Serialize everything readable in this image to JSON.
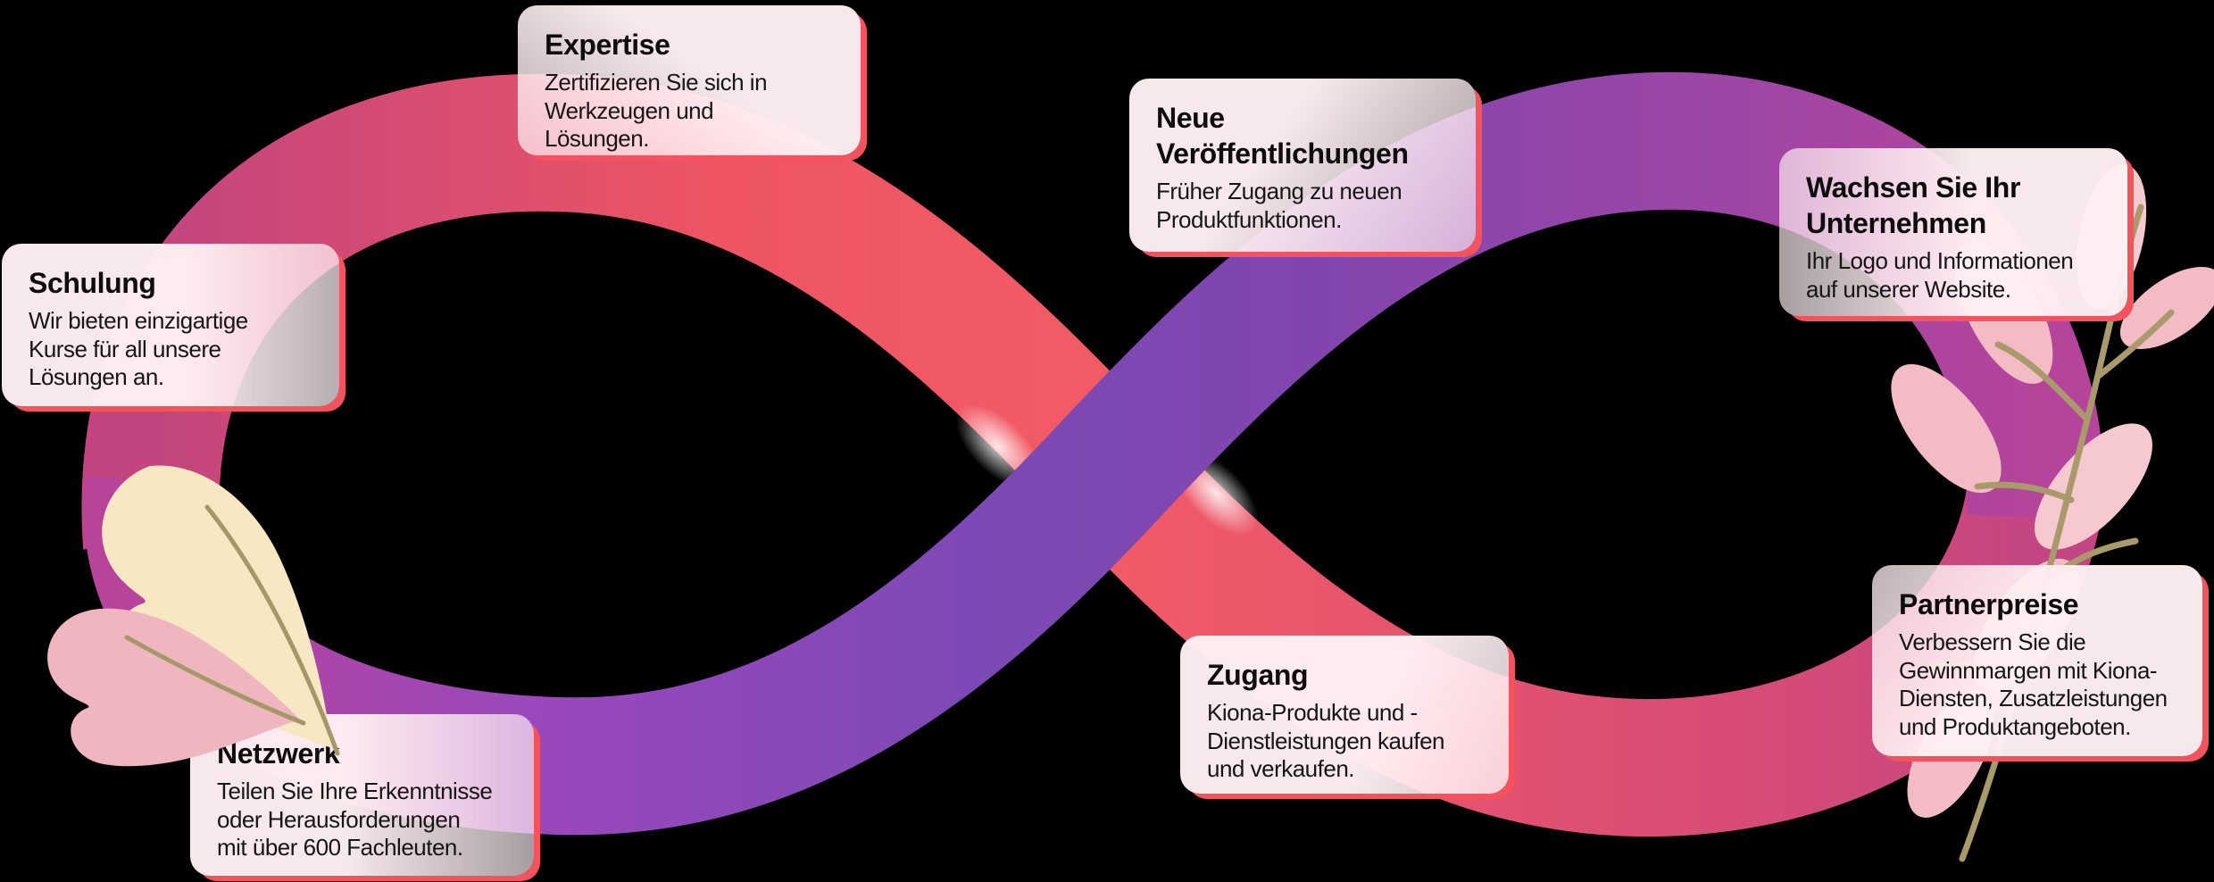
{
  "diagram": {
    "type": "infinity-loop-benefits",
    "language": "de",
    "background_color": "#000000",
    "cards": [
      {
        "id": "schulung",
        "title": "Schulung",
        "body": "Wir bieten einzigartige\nKurse für all unsere\nLösungen an."
      },
      {
        "id": "expertise",
        "title": "Expertise",
        "body": "Zertifizieren Sie sich in\nWerkzeugen und\nLösungen."
      },
      {
        "id": "netzwerk",
        "title": "Netzwerk",
        "body": "Teilen Sie Ihre Erkenntnisse\noder Herausforderungen\nmit über 600 Fachleuten."
      },
      {
        "id": "neue-veroeffentlichungen",
        "title": "Neue\nVeröffentlichungen",
        "body": "Früher Zugang zu neuen\nProduktfunktionen."
      },
      {
        "id": "zugang",
        "title": "Zugang",
        "body": "Kiona-Produkte und -\nDienstleistungen kaufen\nund verkaufen."
      },
      {
        "id": "wachsen-sie-ihr-unternehmen",
        "title": "Wachsen Sie Ihr\nUnternehmen",
        "body": "Ihr Logo und Informationen\nauf unserer Website."
      },
      {
        "id": "partnerpreise",
        "title": "Partnerpreise",
        "body": "Verbessern Sie die\nGewinnmargen mit Kiona-\nDiensten, Zusatzleistungen\nund Produktangeboten."
      }
    ],
    "colors": {
      "card_background": "#fff0f3",
      "card_accent_red": "#f4535e",
      "text": "#0d0d0d",
      "loop_red": "#f25b66",
      "loop_rose": "#d84d72",
      "loop_magenta": "#b8439b",
      "loop_purple": "#7c49b5",
      "feather_cream": "#f7e8c3",
      "feather_pink": "#efb6bf",
      "branch_petal_pink": "#f3bcc4",
      "stem_olive": "#a59767"
    },
    "decorations": [
      "cream-feather",
      "pink-feather",
      "pink-leaf-branch"
    ]
  }
}
